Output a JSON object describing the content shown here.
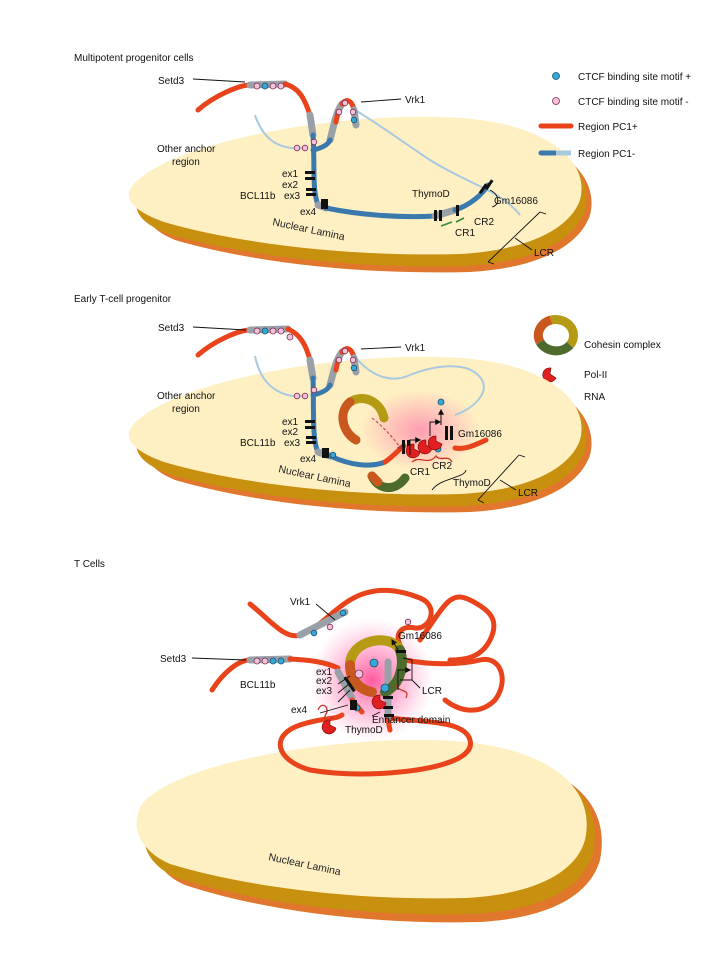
{
  "panels": [
    {
      "title": "Multipotent progenitor cells",
      "labels": {
        "setd3": "Setd3",
        "vrk1": "Vrk1",
        "other_anchor_1": "Other anchor",
        "other_anchor_2": "region",
        "ex1": "ex1",
        "ex2": "ex2",
        "bcl11b": "BCL11b",
        "ex3": "ex3",
        "ex4": "ex4",
        "thymod": "ThymoD",
        "gm16086": "Gm16086",
        "cr2": "CR2",
        "cr1": "CR1",
        "lcr": "LCR",
        "lamina": "Nuclear Lamina"
      }
    },
    {
      "title": "Early T-cell progenitor",
      "labels": {
        "setd3": "Setd3",
        "vrk1": "Vrk1",
        "other_anchor_1": "Other anchor",
        "other_anchor_2": "region",
        "ex1": "ex1",
        "ex2": "ex2",
        "bcl11b": "BCL11b",
        "ex3": "ex3",
        "ex4": "ex4",
        "gm16086": "Gm16086",
        "cr1": "CR1",
        "cr2": "CR2",
        "thymod": "ThymoD",
        "lcr": "LCR",
        "lamina": "Nuclear Lamina"
      }
    },
    {
      "title": "T Cells",
      "labels": {
        "vrk1": "Vrk1",
        "gm16086": "Gm16086",
        "setd3": "Setd3",
        "bcl11b": "BCL11b",
        "ex1": "ex1",
        "ex2": "ex2",
        "ex3": "ex3",
        "lcr": "LCR",
        "ex4": "ex4",
        "enhancer": "Enhancer domain",
        "thymod": "ThymoD",
        "lamina": "Nuclear Lamina"
      }
    }
  ],
  "legend": {
    "ctcf_plus": "CTCF binding site motif +",
    "ctcf_minus": "CTCF binding site motif -",
    "pc1_plus": "Region PC1+",
    "pc1_minus": "Region PC1-",
    "cohesin": "Cohesin complex",
    "pol2": "Pol-II",
    "rna": "RNA"
  },
  "colors": {
    "pc1_plus": "#e8431a",
    "pc1_minus": "#3a79ad",
    "pc1_minus_light": "#a9c9df",
    "ctcf_plus": "#35a8d6",
    "ctcf_minus": "#f2c1dc",
    "nucleus": "#fff0c4",
    "lamina": "#c8900f"
  }
}
